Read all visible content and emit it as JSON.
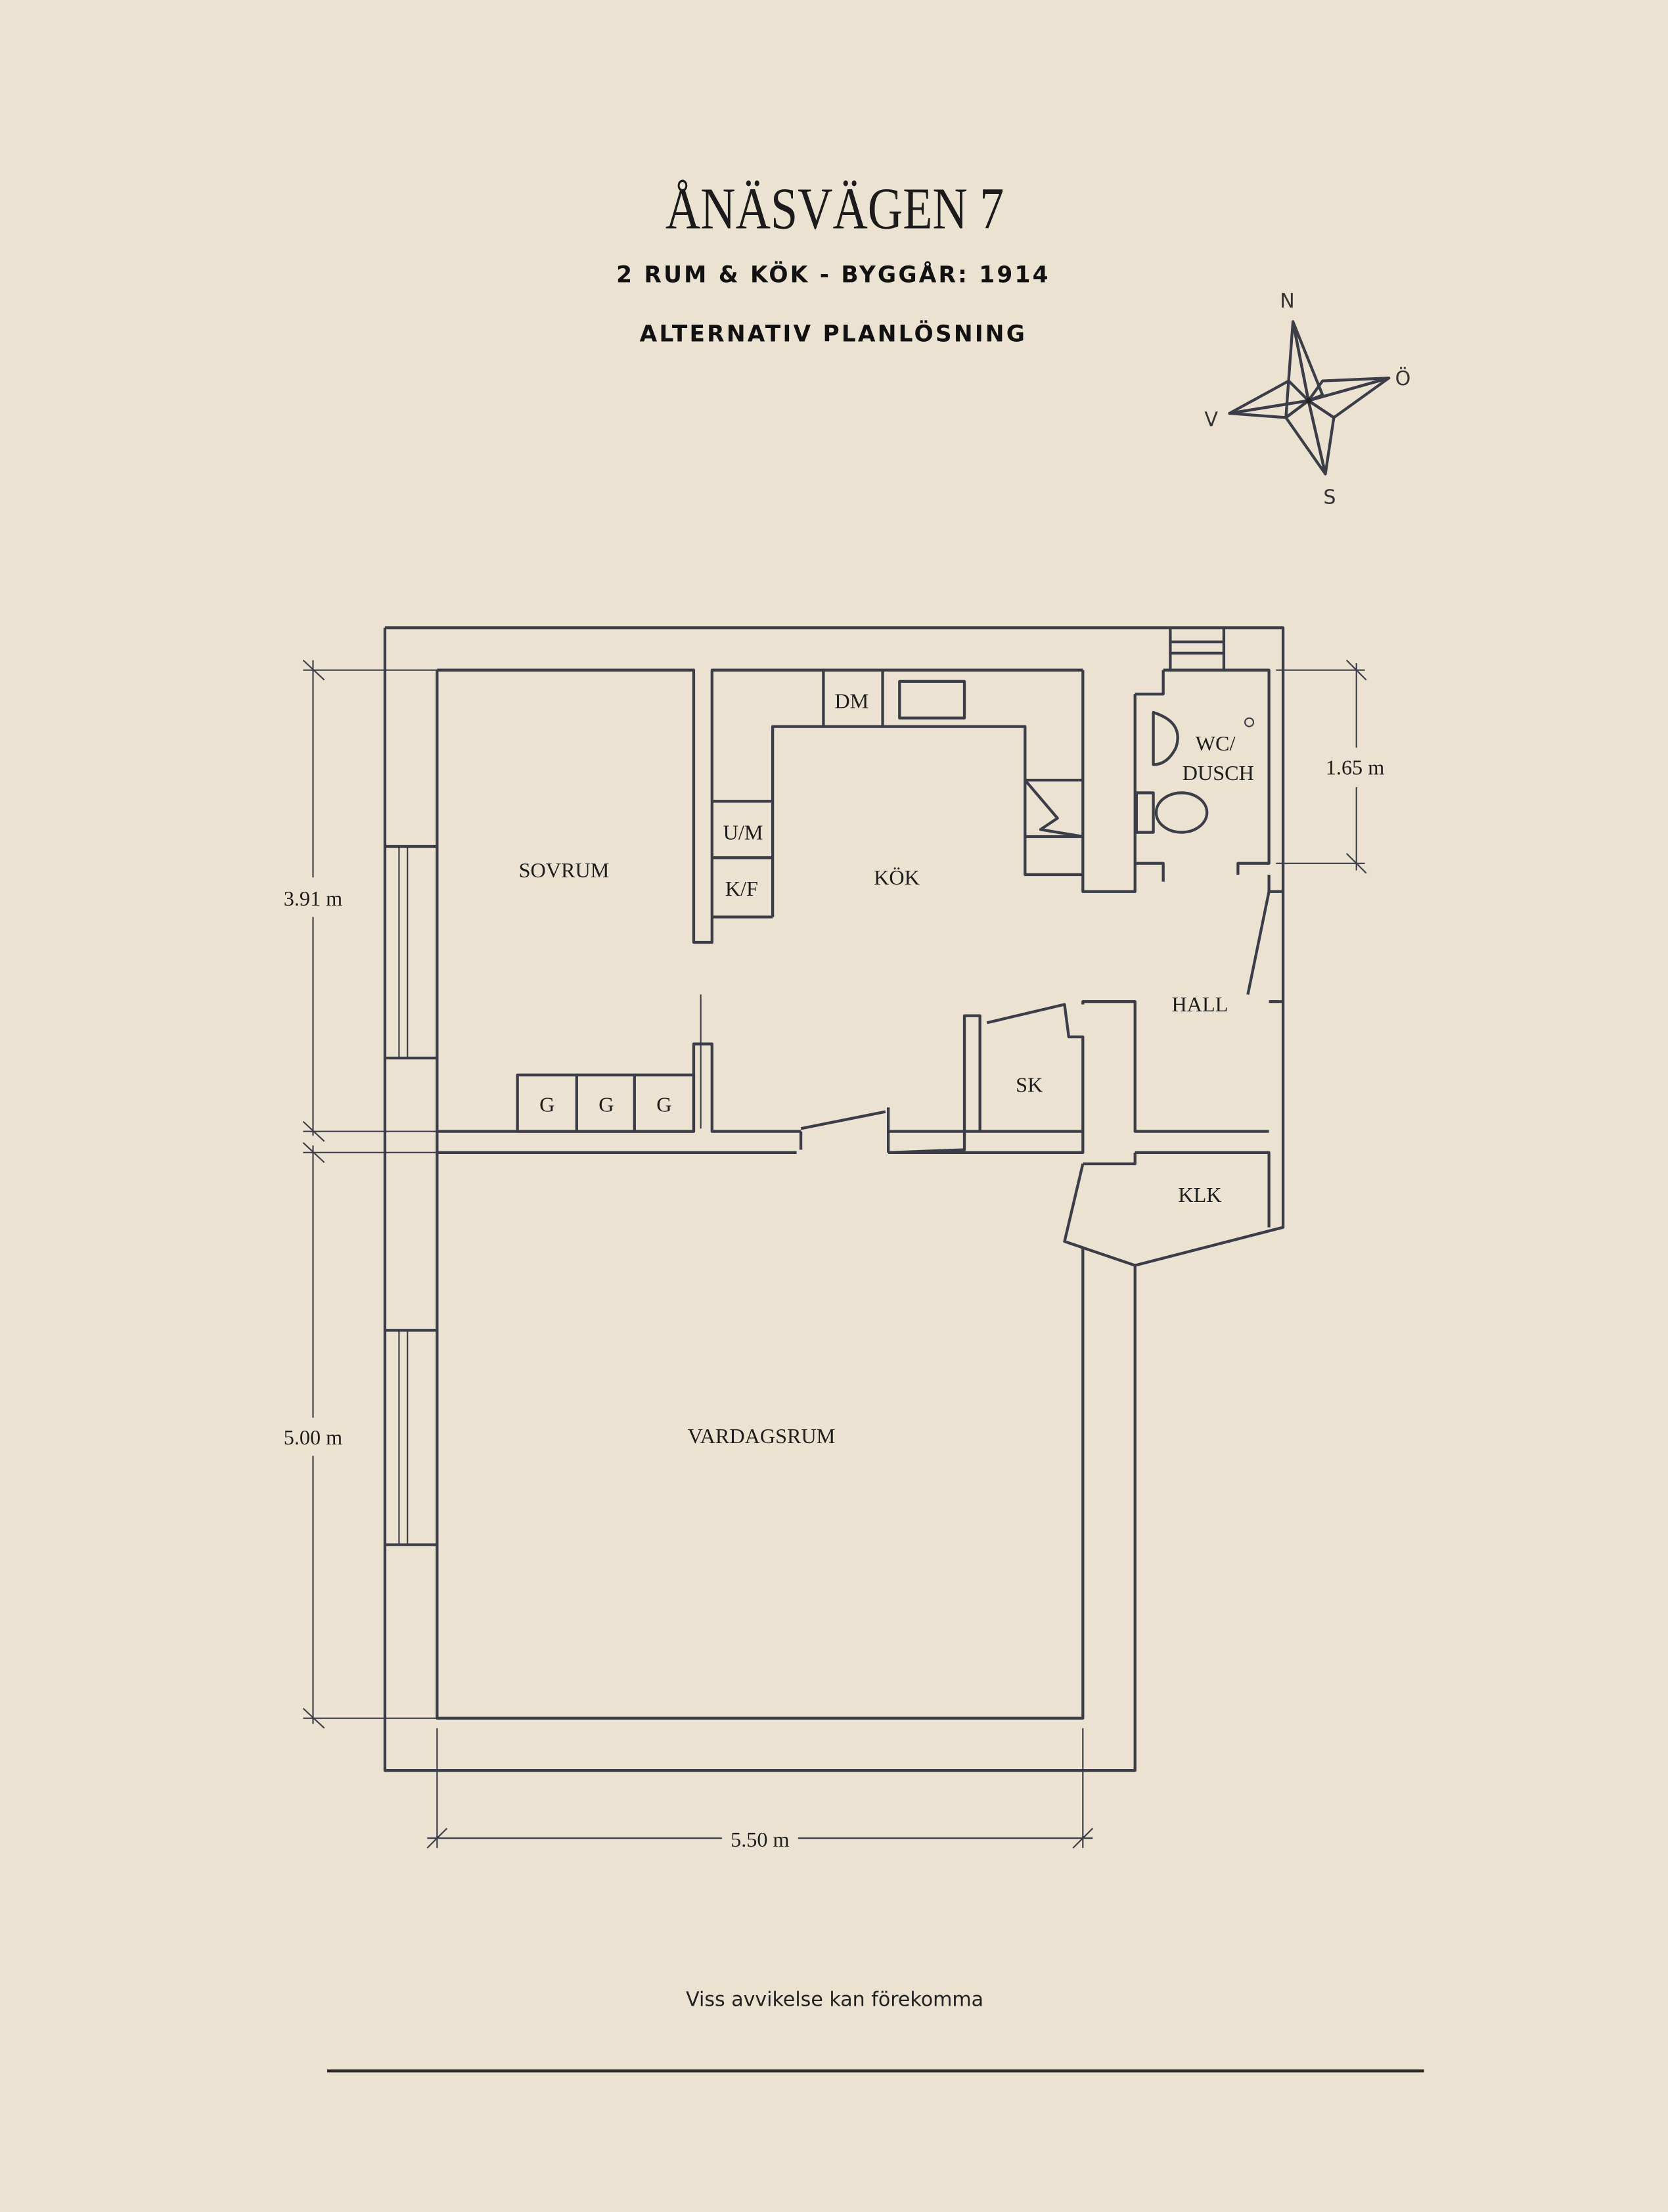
{
  "header": {
    "title": "ÅNÄSVÄGEN 7",
    "subtitle": "2 RUM & KÖK  - BYGGÅR: 1914",
    "variant": "ALTERNATIV PLANLÖSNING"
  },
  "compass": {
    "north": "N",
    "east": "Ö",
    "south": "S",
    "west": "V"
  },
  "rooms": {
    "sovrum": "SOVRUM",
    "kok": "KÖK",
    "wc_line1": "WC/",
    "wc_line2": "DUSCH",
    "hall": "HALL",
    "sk": "SK",
    "klk": "KLK",
    "vardagsrum": "VARDAGSRUM",
    "dm": "DM",
    "um": "U/M",
    "kf": "K/F",
    "g": "G"
  },
  "dimensions": {
    "sovrum_depth": "3.91 m",
    "vardagsrum_depth": "5.00 m",
    "width": "5.50 m",
    "wc_depth": "1.65 m"
  },
  "footer": {
    "disclaimer": "Viss avvikelse kan förekomma"
  },
  "colors": {
    "background": "#ebe2d1",
    "ink": "#3b3e48"
  }
}
